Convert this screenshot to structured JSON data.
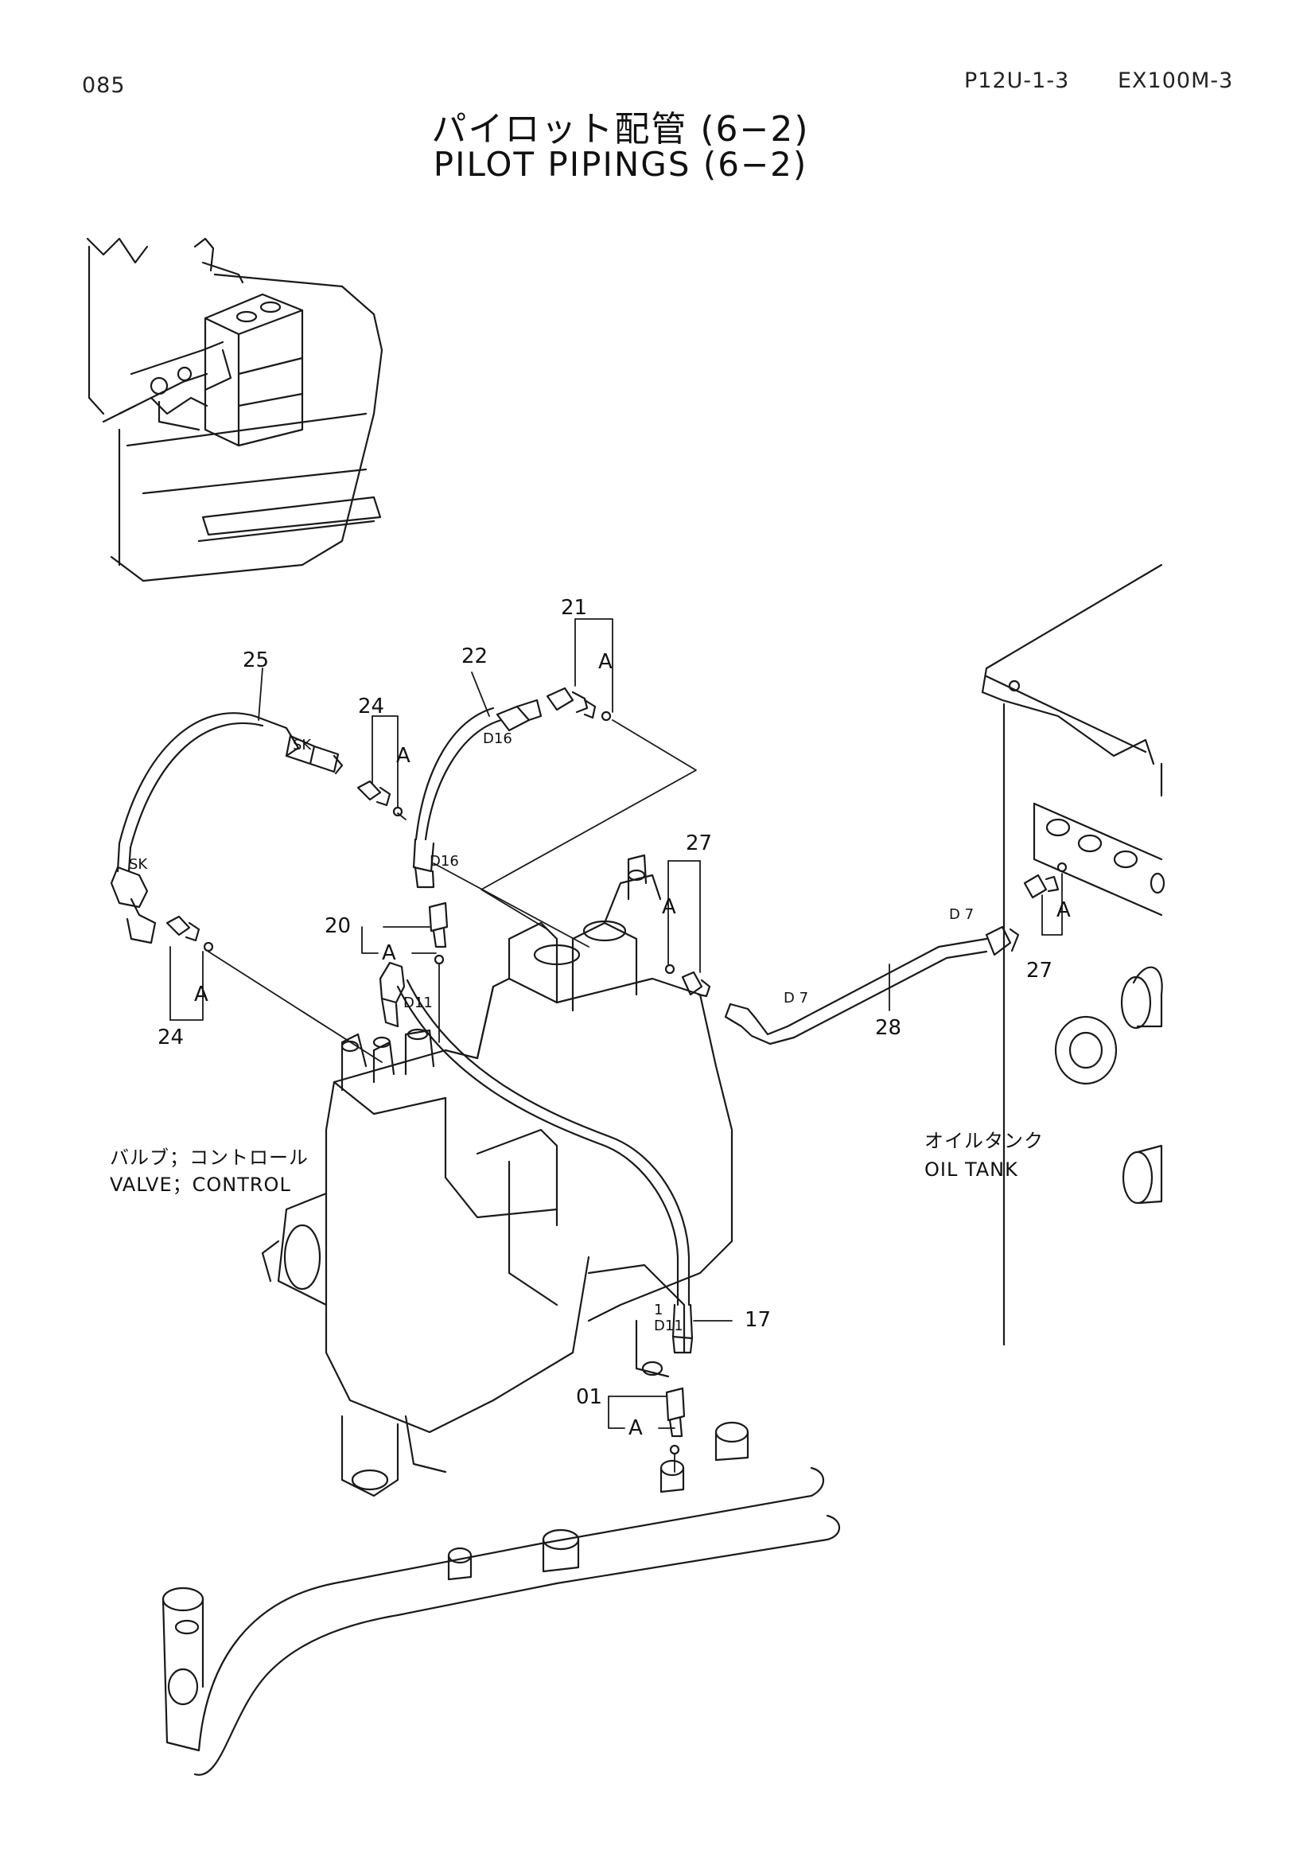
{
  "header": {
    "page_number": "085",
    "part_code": "P12U-1-3",
    "model": "EX100M-3"
  },
  "title": {
    "japanese": "パイロット配管 (6−2)",
    "english": "PILOT PIPINGS (6−2)"
  },
  "components": {
    "valve_jp": "バルブ；コントロール",
    "valve_en": "VALVE；CONTROL",
    "tank_jp": "オイルタンク",
    "tank_en": "OIL TANK"
  },
  "callouts": {
    "p01": "01",
    "p17": "17",
    "p20": "20",
    "p21": "21",
    "p22": "22",
    "p24_top": "24",
    "p24_bottom": "24",
    "p25": "25",
    "p27_top": "27",
    "p27_right": "27",
    "p28": "28"
  },
  "subassembly_marks": {
    "a_21": "A",
    "a_24_top": "A",
    "a_20": "A",
    "a_24_bottom": "A",
    "a_27_top": "A",
    "a_27_right": "A",
    "a_01": "A"
  },
  "hose_codes": {
    "sk_top": "SK",
    "sk_left": "SK",
    "d16_top": "D16",
    "d16_bottom": "D16",
    "d11_top": "D11",
    "d11_bottom": "D11",
    "d7_right": "D 7",
    "d7_left": "D 7",
    "mark_1": "1"
  }
}
